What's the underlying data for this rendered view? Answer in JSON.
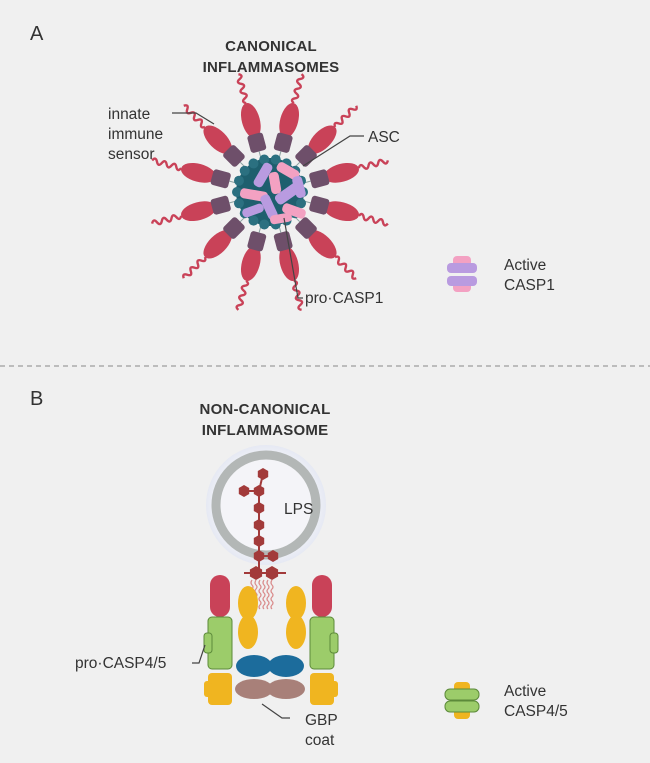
{
  "panels": [
    {
      "letter": "A",
      "title_lines": [
        "CANONICAL",
        "INFLAMMASOMES"
      ],
      "labels": {
        "sensor": [
          "innate",
          "immune",
          "sensor"
        ],
        "asc": "ASC",
        "procasp": "pro·CASP1"
      },
      "legend": {
        "lines": [
          "Active",
          "CASP1"
        ]
      }
    },
    {
      "letter": "B",
      "title_lines": [
        "NON-CANONICAL",
        "INFLAMMASOME"
      ],
      "labels": {
        "lps": "LPS",
        "procasp": "pro·CASP4/5",
        "gbp": [
          "GBP",
          "coat"
        ]
      },
      "legend": {
        "lines": [
          "Active",
          "CASP4/5"
        ]
      }
    }
  ],
  "colors": {
    "background": "#f0f0f0",
    "sensor_red": "#c94258",
    "card_purple": "#6e4f6a",
    "asc_teal": "#1e5f6e",
    "casp1_lilac": "#b99be0",
    "casp1_pink": "#f3a1c2",
    "lps_red": "#a23a3a",
    "yellow": "#f0b520",
    "green": "#9ccc6a",
    "blue": "#1c6c9c",
    "brown": "#a88079",
    "text": "#333333"
  }
}
